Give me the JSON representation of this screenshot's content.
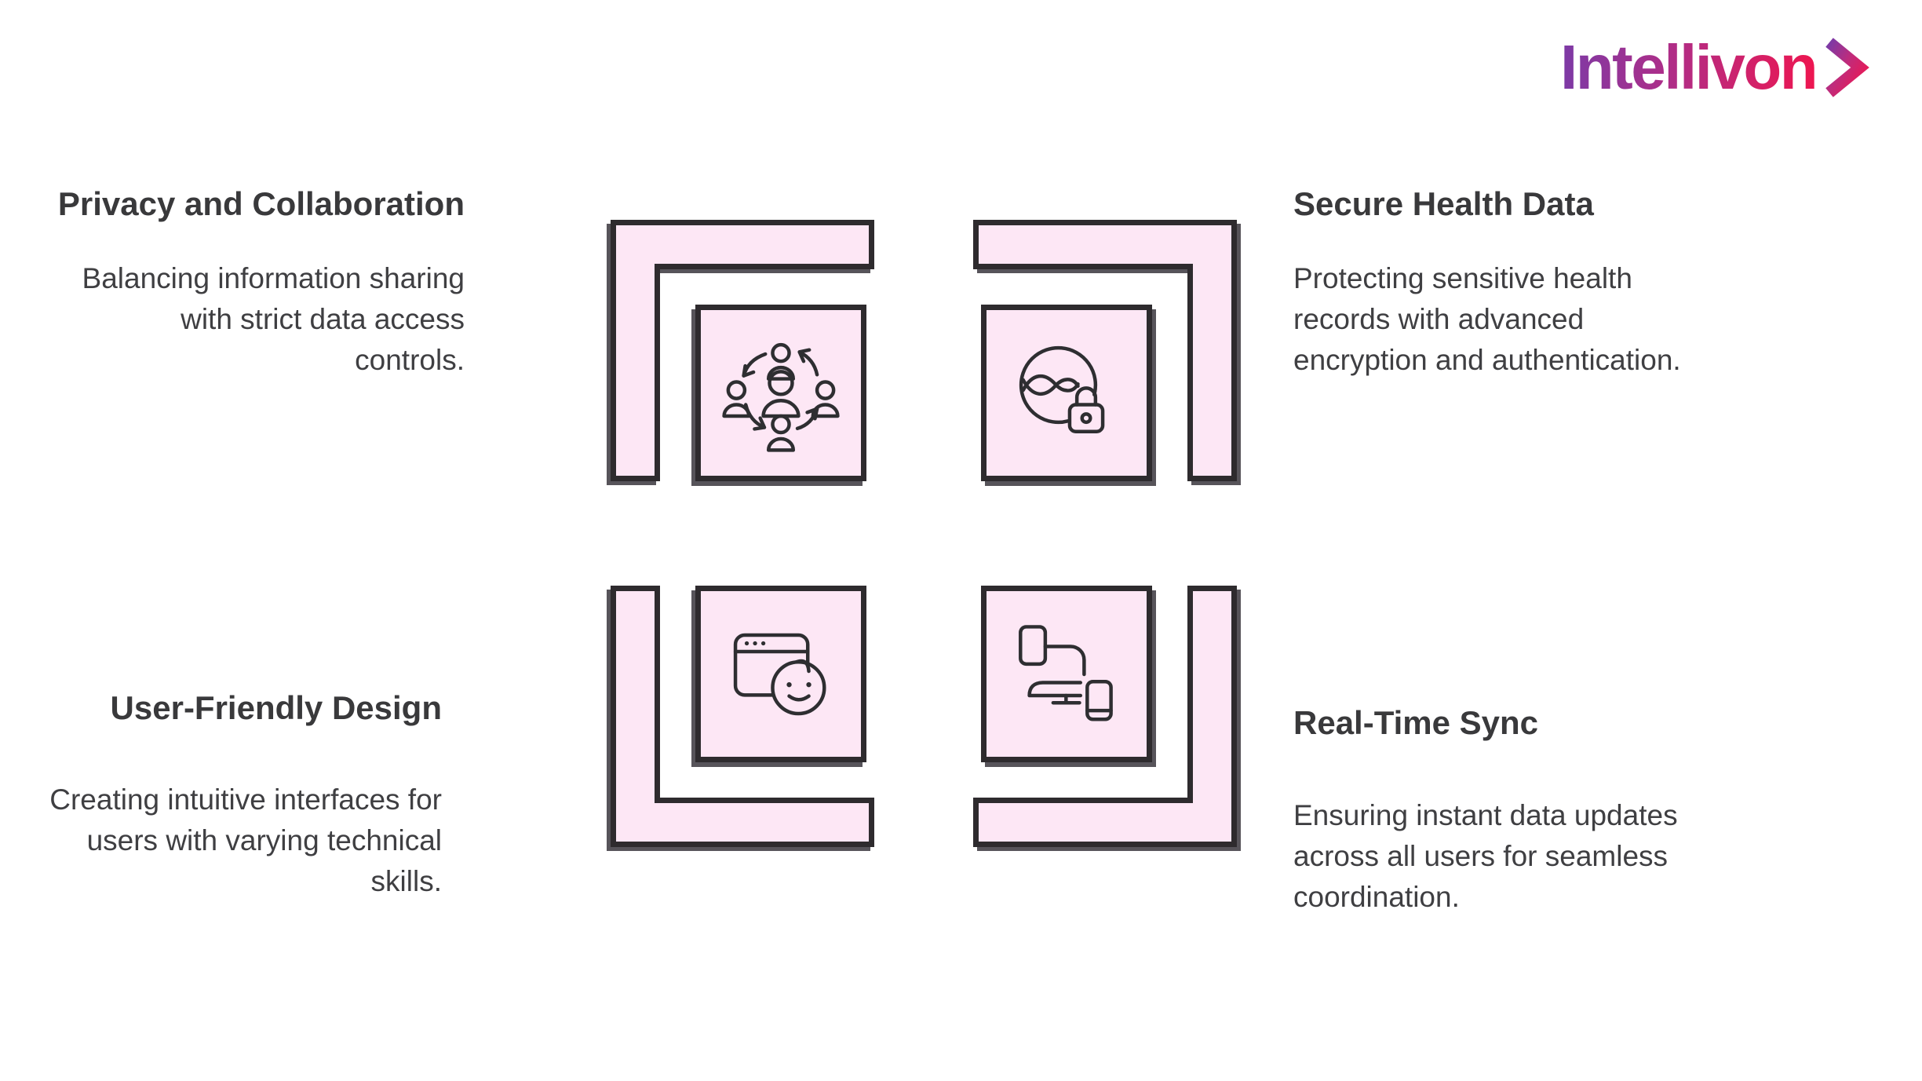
{
  "logo": {
    "text": "Intellivon",
    "chevron_icon": "chevron-right-icon",
    "gradient_from": "#7C3AA6",
    "gradient_to": "#EE1650"
  },
  "palette": {
    "background": "#FFFFFF",
    "tile_pink": "#FDE7F5",
    "outline_dark": "#2E2B2E",
    "shadow_gray": "#57545A",
    "title_text": "#39393B",
    "body_text": "#3F3F42"
  },
  "features": [
    {
      "id": "privacy-and-collaboration",
      "position": "top-left",
      "icon": "collaboration-network-icon",
      "title": "Privacy and Collaboration",
      "description": "Balancing information sharing\nwith strict data access\ncontrols."
    },
    {
      "id": "secure-health-data",
      "position": "top-right",
      "icon": "dna-lock-icon",
      "title": "Secure Health Data",
      "description": "Protecting sensitive health\nrecords with advanced\nencryption and authentication."
    },
    {
      "id": "user-friendly-design",
      "position": "bottom-left",
      "icon": "browser-smiley-icon",
      "title": "User-Friendly Design",
      "description": "Creating intuitive interfaces for\nusers with varying technical\nskills."
    },
    {
      "id": "real-time-sync",
      "position": "bottom-right",
      "icon": "device-sync-icon",
      "title": "Real-Time Sync",
      "description": "Ensuring instant data updates\nacross all users for seamless\ncoordination."
    }
  ]
}
